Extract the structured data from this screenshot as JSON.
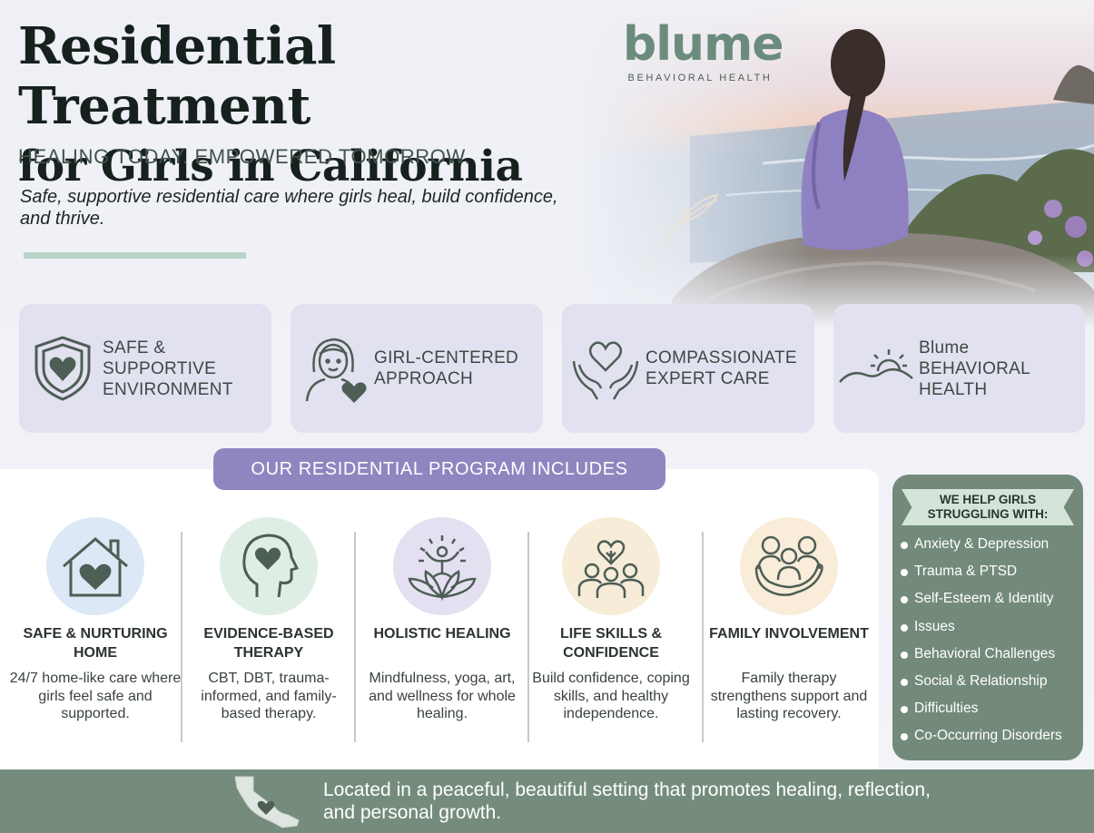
{
  "header": {
    "title_line1": "Residential Treatment",
    "title_line2": "for Girls in California",
    "tagline": "HEALING TODAY. EMPOWERED TOMORROW.",
    "intro": "Safe, supportive residential care where girls heal, build confidence, and thrive."
  },
  "logo": {
    "wordmark": "blume",
    "subtitle": "BEHAVIORAL HEALTH"
  },
  "features": [
    {
      "label": "SAFE & SUPPORTIVE ENVIRONMENT",
      "icon": "shield-heart-icon"
    },
    {
      "label": "GIRL-CENTERED APPROACH",
      "icon": "girl-heart-icon"
    },
    {
      "label": "COMPASSIONATE EXPERT CARE",
      "icon": "hands-heart-icon"
    },
    {
      "label": "Blume BEHAVIORAL HEALTH",
      "icon": "sunrise-icon"
    }
  ],
  "program": {
    "heading": "OUR RESIDENTIAL PROGRAM INCLUDES",
    "items": [
      {
        "title": "SAFE & NURTURING HOME",
        "desc": "24/7 home-like care where girls feel safe and supported.",
        "icon": "house-heart-icon",
        "color": "#dce8f5"
      },
      {
        "title": "EVIDENCE-BASED THERAPY",
        "desc": "CBT, DBT, trauma-informed, and family-based therapy.",
        "icon": "head-heart-icon",
        "color": "#dfeee4"
      },
      {
        "title": "HOLISTIC HEALING",
        "desc": "Mindfulness, yoga, art, and wellness for whole healing.",
        "icon": "lotus-figure-icon",
        "color": "#e4e0f2"
      },
      {
        "title": "LIFE SKILLS & CONFIDENCE",
        "desc": "Build confidence, coping skills, and healthy independence.",
        "icon": "group-heart-icon",
        "color": "#f7ecd8"
      },
      {
        "title": "FAMILY INVOLVEMENT",
        "desc": "Family therapy strengthens support and lasting recovery.",
        "icon": "family-hug-icon",
        "color": "#f9ecd9"
      }
    ]
  },
  "struggles": {
    "heading": "WE HELP GIRLS STRUGGLING WITH:",
    "items": [
      "Anxiety & Depression",
      "Trauma & PTSD",
      "Self-Esteem & Identity",
      "Issues",
      "Behavioral Challenges",
      "Social & Relationship",
      "Difficulties",
      "Co-Occurring Disorders"
    ]
  },
  "footer": {
    "text": "Located in a peaceful, beautiful setting that promotes healing, reflection, and personal growth.",
    "icon": "california-heart-icon"
  },
  "colors": {
    "card": "#e2e1ef",
    "accent_purple": "#8f86c0",
    "sage": "#738a7a",
    "icon_stroke": "#4d5e55"
  }
}
